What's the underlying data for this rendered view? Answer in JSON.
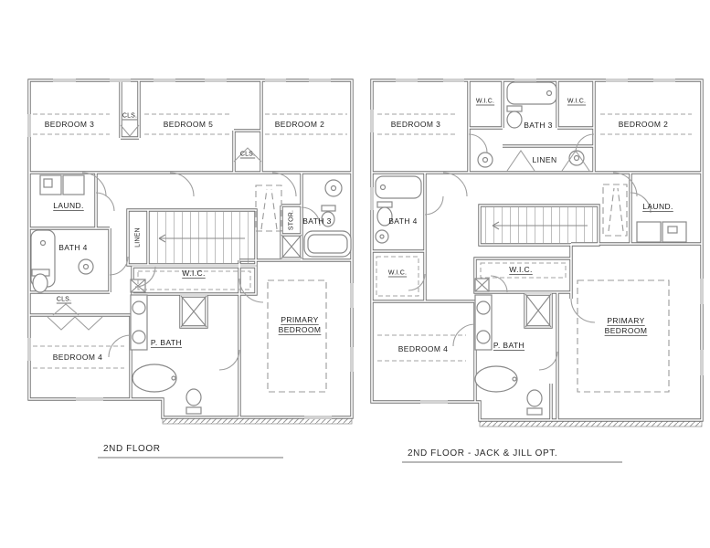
{
  "colors": {
    "wall": "#6f6f6f",
    "text": "#1d1d1d",
    "dashed": "#9a9a9a"
  },
  "plans": [
    {
      "caption": "2ND FLOOR",
      "labels": {
        "bedroom3": "BEDROOM 3",
        "closet_a": "CLS.",
        "bedroom5": "BEDROOM 5",
        "closet_b": "CLS.",
        "bedroom2": "BEDROOM 2",
        "laundry": "LAUND.",
        "bath4": "BATH 4",
        "closet_c": "CLS.",
        "bedroom4": "BEDROOM 4",
        "linen": "LINEN",
        "storage": "STOR.",
        "bath3": "BATH 3",
        "wic": "W.I.C.",
        "primary_bath": "P. BATH",
        "primary_bedroom": "PRIMARY BEDROOM"
      }
    },
    {
      "caption": "2ND FLOOR - JACK & JILL OPT.",
      "labels": {
        "bedroom3": "BEDROOM 3",
        "wic_bed3": "W.I.C.",
        "bath3": "BATH 3",
        "wic_bed2": "W.I.C.",
        "bedroom2": "BEDROOM 2",
        "linen": "LINEN",
        "laundry": "LAUND.",
        "bath4": "BATH 4",
        "wic_bed4": "W.I.C.",
        "bedroom4": "BEDROOM 4",
        "wic_primary": "W.I.C.",
        "primary_bath": "P. BATH",
        "primary_bedroom": "PRIMARY BEDROOM"
      }
    }
  ]
}
